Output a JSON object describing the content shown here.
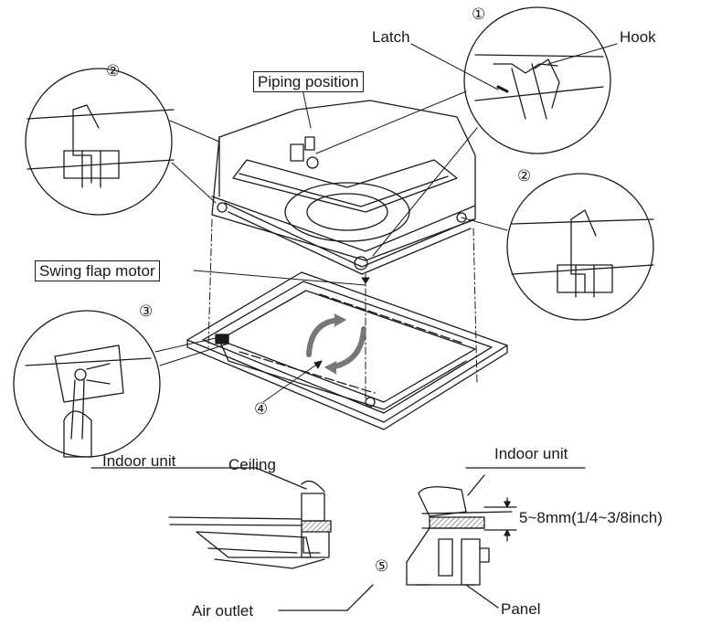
{
  "labels": {
    "latch": "Latch",
    "hook": "Hook",
    "piping_position": "Piping position",
    "swing_flap_motor": "Swing flap motor",
    "indoor_unit_left": "Indoor unit",
    "ceiling": "Ceiling",
    "indoor_unit_right": "Indoor unit",
    "gap": "5~8mm(1/4~3/8inch)",
    "air_outlet": "Air outlet",
    "panel": "Panel"
  },
  "callouts": {
    "c1": "①",
    "c2_left": "②",
    "c2_right": "②",
    "c3": "③",
    "c4": "④",
    "c5": "⑤"
  },
  "colors": {
    "line": "#1a1a1a",
    "hatch": "#555555",
    "background": "#ffffff"
  }
}
